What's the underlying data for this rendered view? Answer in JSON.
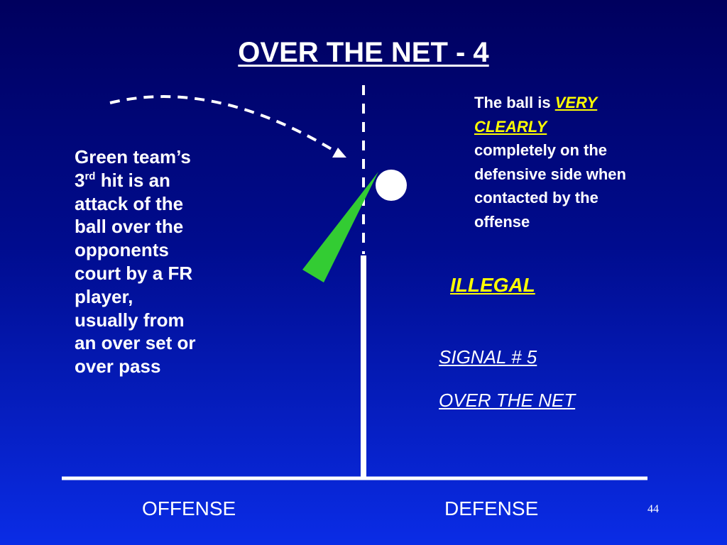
{
  "title": "OVER THE NET - 4",
  "offense_text": {
    "line1": "Green team’s",
    "num": "3",
    "sup": "rd",
    "line2_rest": " hit is an",
    "line3": "attack of the",
    "line4": "ball over the",
    "line5": "opponents",
    "line6": "court by a FR",
    "line7": "player,",
    "line8": "usually from",
    "line9": "an over set or",
    "line10": "over pass"
  },
  "defense_note": {
    "prefix": "The ball is ",
    "emph1": "VERY",
    "emph2": "CLEARLY",
    "line3": "completely on the",
    "line4": "defensive side when",
    "line5": "contacted by the",
    "line6": "offense"
  },
  "ruling": "ILLEGAL",
  "signal": {
    "number": "SIGNAL # 5",
    "name": "OVER THE NET"
  },
  "labels": {
    "offense": "OFFENSE",
    "defense": "DEFENSE"
  },
  "page_number": "44",
  "colors": {
    "background_top": "#00005e",
    "background_bottom": "#0a2ce6",
    "highlight": "#ffff00",
    "player_arm": "#33cc33",
    "net": "#ffffff"
  },
  "icons": {
    "ball": "ball-icon",
    "arm": "player-arm-icon"
  }
}
